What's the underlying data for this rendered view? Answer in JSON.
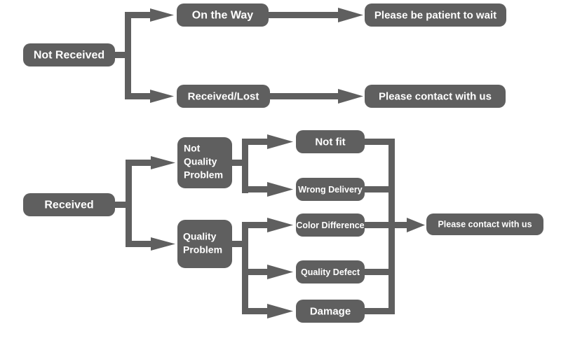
{
  "diagram": {
    "title": "Order Issue Resolution Flowchart",
    "type": "flowchart",
    "background_color": "#ffffff",
    "node_fill_color": "#5f5f5f",
    "node_text_color": "#ffffff",
    "connector_color": "#5f5f5f",
    "branches": [
      {
        "id": "not-received",
        "root_label": "Not Received",
        "children": [
          {
            "id": "on-the-way",
            "label": "On the Way",
            "result": "Please be patient to wait"
          },
          {
            "id": "received-lost",
            "label": "Received/Lost",
            "result": "Please contact with us"
          }
        ]
      },
      {
        "id": "received",
        "root_label": "Received",
        "children": [
          {
            "id": "not-quality-problem",
            "label": "Not\nQuality\nProblem",
            "label_lines": [
              "Not",
              "Quality",
              "Problem"
            ],
            "leaves": [
              "Not fit",
              "Wrong Delivery"
            ]
          },
          {
            "id": "quality-problem",
            "label": "Quality\nProblem",
            "label_lines": [
              "Quality",
              "Problem"
            ],
            "leaves": [
              "Color Difference",
              "Quality Defect",
              "Damage"
            ]
          }
        ],
        "result": "Please contact with us"
      }
    ]
  },
  "nodes": {
    "not_received": "Not Received",
    "on_the_way": "On the Way",
    "received_lost": "Received/Lost",
    "please_be_patient": "Please be patient to wait",
    "please_contact_top": "Please contact with us",
    "received": "Received",
    "not_quality_l1": "Not",
    "not_quality_l2": "Quality",
    "not_quality_l3": "Problem",
    "quality_l1": "Quality",
    "quality_l2": "Problem",
    "not_fit": "Not fit",
    "wrong_delivery": "Wrong Delivery",
    "color_difference": "Color Difference",
    "quality_defect": "Quality Defect",
    "damage": "Damage",
    "please_contact_bottom": "Please contact with us"
  }
}
